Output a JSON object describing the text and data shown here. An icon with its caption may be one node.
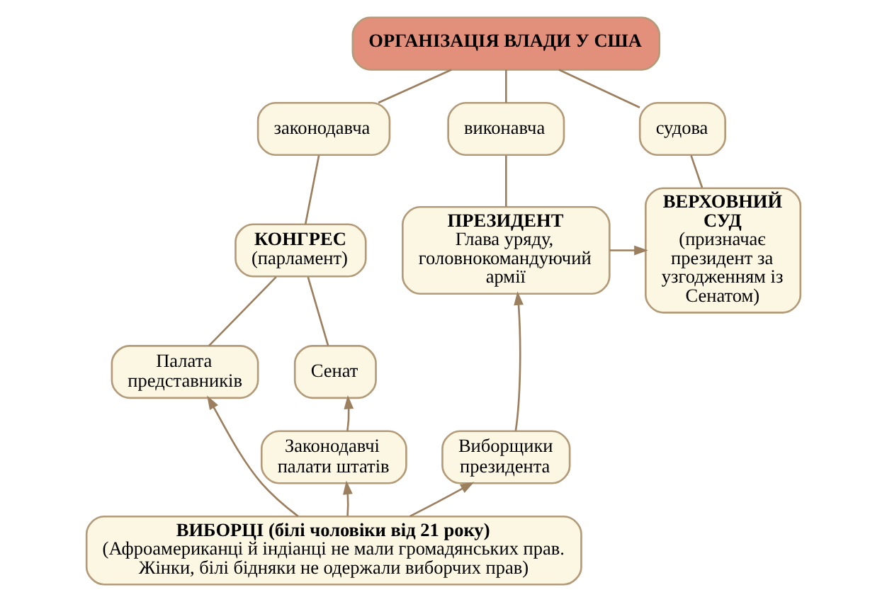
{
  "diagram": {
    "nodes": [
      {
        "text": [
          "ОРГАНІЗАЦІЯ ВЛАДИ У США"
        ]
      },
      {
        "text": [
          "законодавча"
        ]
      },
      {
        "text": [
          "виконавча"
        ]
      },
      {
        "text": [
          "судова"
        ]
      },
      {
        "text": [
          "КОНГРЕС",
          "(парламент)"
        ]
      },
      {
        "text": [
          "ПРЕЗИДЕНТ",
          "Глава уряду, головнокомандуючий армії"
        ]
      },
      {
        "text": [
          "ВЕРХОВНИЙ СУД",
          "(призначає президент за узгодженням із Сенатом)"
        ]
      },
      {
        "text": [
          "Палата представників"
        ]
      },
      {
        "text": [
          "Сенат"
        ]
      },
      {
        "text": [
          "Законодавчі палати штатів"
        ]
      },
      {
        "text": [
          "Виборщики президента"
        ]
      },
      {
        "text": [
          "ВИБОРЦІ (білі чоловіки від 21 року)",
          "(Афроамериканці й індіанці не мали громадянських прав. Жінки, білі бідняки не одержали виборчих прав)"
        ]
      }
    ],
    "edges": [
      {
        "from": 0,
        "to": 1,
        "arrow": "none"
      },
      {
        "from": 0,
        "to": 2,
        "arrow": "none"
      },
      {
        "from": 0,
        "to": 3,
        "arrow": "none"
      },
      {
        "from": 1,
        "to": 4,
        "arrow": "none"
      },
      {
        "from": 2,
        "to": 5,
        "arrow": "none"
      },
      {
        "from": 3,
        "to": 6,
        "arrow": "none"
      },
      {
        "from": 4,
        "to": 7,
        "arrow": "none"
      },
      {
        "from": 4,
        "to": 8,
        "arrow": "none"
      },
      {
        "from": 5,
        "to": 6,
        "arrow": "to"
      },
      {
        "from": 11,
        "to": 7,
        "arrow": "to"
      },
      {
        "from": 9,
        "to": 8,
        "arrow": "to"
      },
      {
        "from": 11,
        "to": 9,
        "arrow": "to"
      },
      {
        "from": 11,
        "to": 10,
        "arrow": "to"
      },
      {
        "from": 10,
        "to": 5,
        "arrow": "to"
      }
    ]
  }
}
